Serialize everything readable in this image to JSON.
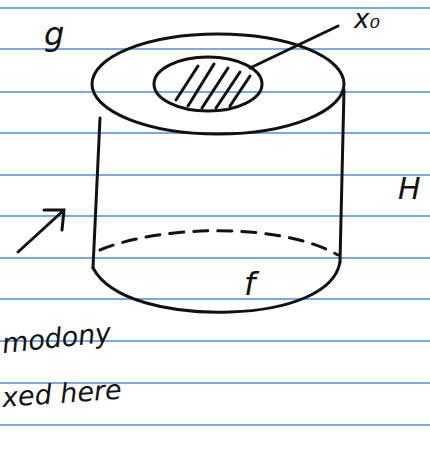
{
  "diagram": {
    "labels": [
      "g",
      "x₀",
      "H",
      "f",
      "modony",
      "xed here"
    ]
  }
}
